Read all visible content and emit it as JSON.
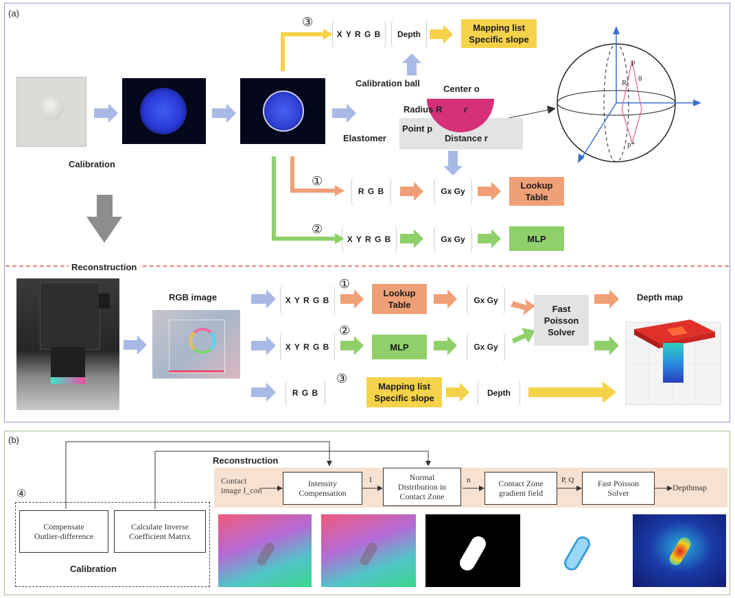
{
  "panel_a": {
    "label": "(a)",
    "calibration": {
      "title": "Calibration",
      "steps": {
        "s1": {
          "num": "③",
          "seq": "X Y R G B",
          "seq2": "Depth",
          "out": "Mapping list\nSpecific slope"
        },
        "s2": {
          "num": "①",
          "seq": "R G B",
          "grad": "Gx Gy",
          "out": "Lookup\nTable"
        },
        "s3": {
          "num": "②",
          "seq": "X Y R G B",
          "grad": "Gx Gy",
          "out": "MLP"
        }
      },
      "ball": {
        "title": "Calibration ball",
        "center": "Center o",
        "radius": "Radius R",
        "r": "r",
        "point": "Point p",
        "distance": "Distance r",
        "elastomer": "Elastomer"
      }
    },
    "reconstruction": {
      "title": "Reconstruction",
      "rgb_image": "RGB image",
      "depth_map": "Depth map",
      "rows": [
        {
          "num": "①",
          "seq": "X Y R G B",
          "out": "Lookup\nTable",
          "grad": "Gx Gy"
        },
        {
          "num": "②",
          "seq": "X Y R G B",
          "out": "MLP",
          "grad": "Gx Gy"
        },
        {
          "num": "③",
          "seq": "R G B",
          "out": "Mapping list\nSpecific slope",
          "grad": "Depth"
        }
      ],
      "solver": "Fast\nPoisson\nSolver"
    }
  },
  "panel_b": {
    "label": "(b)",
    "reconstruction_title": "Reconstruction",
    "contact_image": "Contact\nimage I_con",
    "intensity": "Intensity\nCompensation",
    "normal": "Normal\nDistribution in\nContact Zone",
    "gradient": "Contact Zone\ngradient field",
    "poisson": "Fast Poisson\nSolver",
    "depthmap": "Depthmap",
    "edge_i": "I",
    "edge_n": "n",
    "edge_pq": "P, Q",
    "circled": "④",
    "compensate": "Compensate\nOutlier-difference",
    "calc_inverse": "Calculate Inverse\nCoefficient Matrix",
    "calibration_title": "Calibration"
  },
  "colors": {
    "panel_a_border": "#8f9bcf",
    "panel_b_border": "#9bbf8a",
    "dash_divider": "#e08a6a",
    "yellow": "#f6d24a",
    "orange": "#f0a077",
    "green": "#8fd06b",
    "blue_arrow": "#a9b9e6",
    "gray_box": "#e3e3e3",
    "magenta": "#d6307a",
    "beige": "#f7e1d0"
  }
}
